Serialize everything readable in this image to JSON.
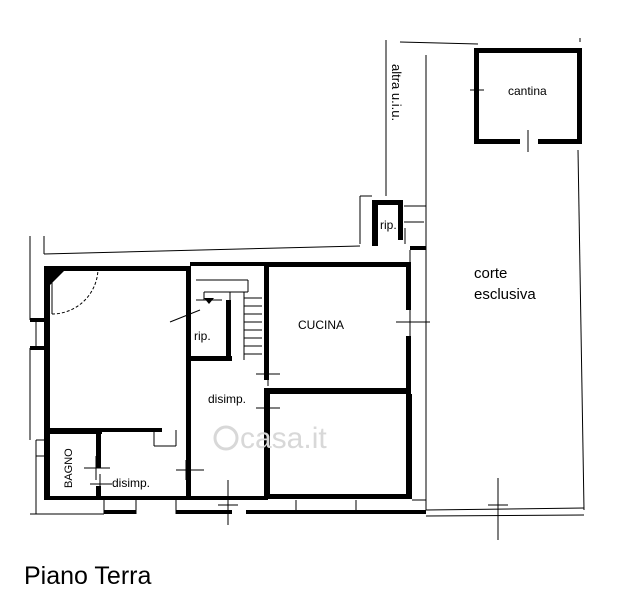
{
  "labels": {
    "cantina": "cantina",
    "altra_uiu": "altra u.i.u.",
    "rip_top": "rip.",
    "corte": "corte",
    "esclusiva": "esclusiva",
    "cucina": "CUCINA",
    "rip_stair": "rip.",
    "disimp_center": "disimp.",
    "bagno": "BAGNO",
    "disimp_bottom": "disimp."
  },
  "watermark": "casa.it",
  "caption": "Piano Terra"
}
